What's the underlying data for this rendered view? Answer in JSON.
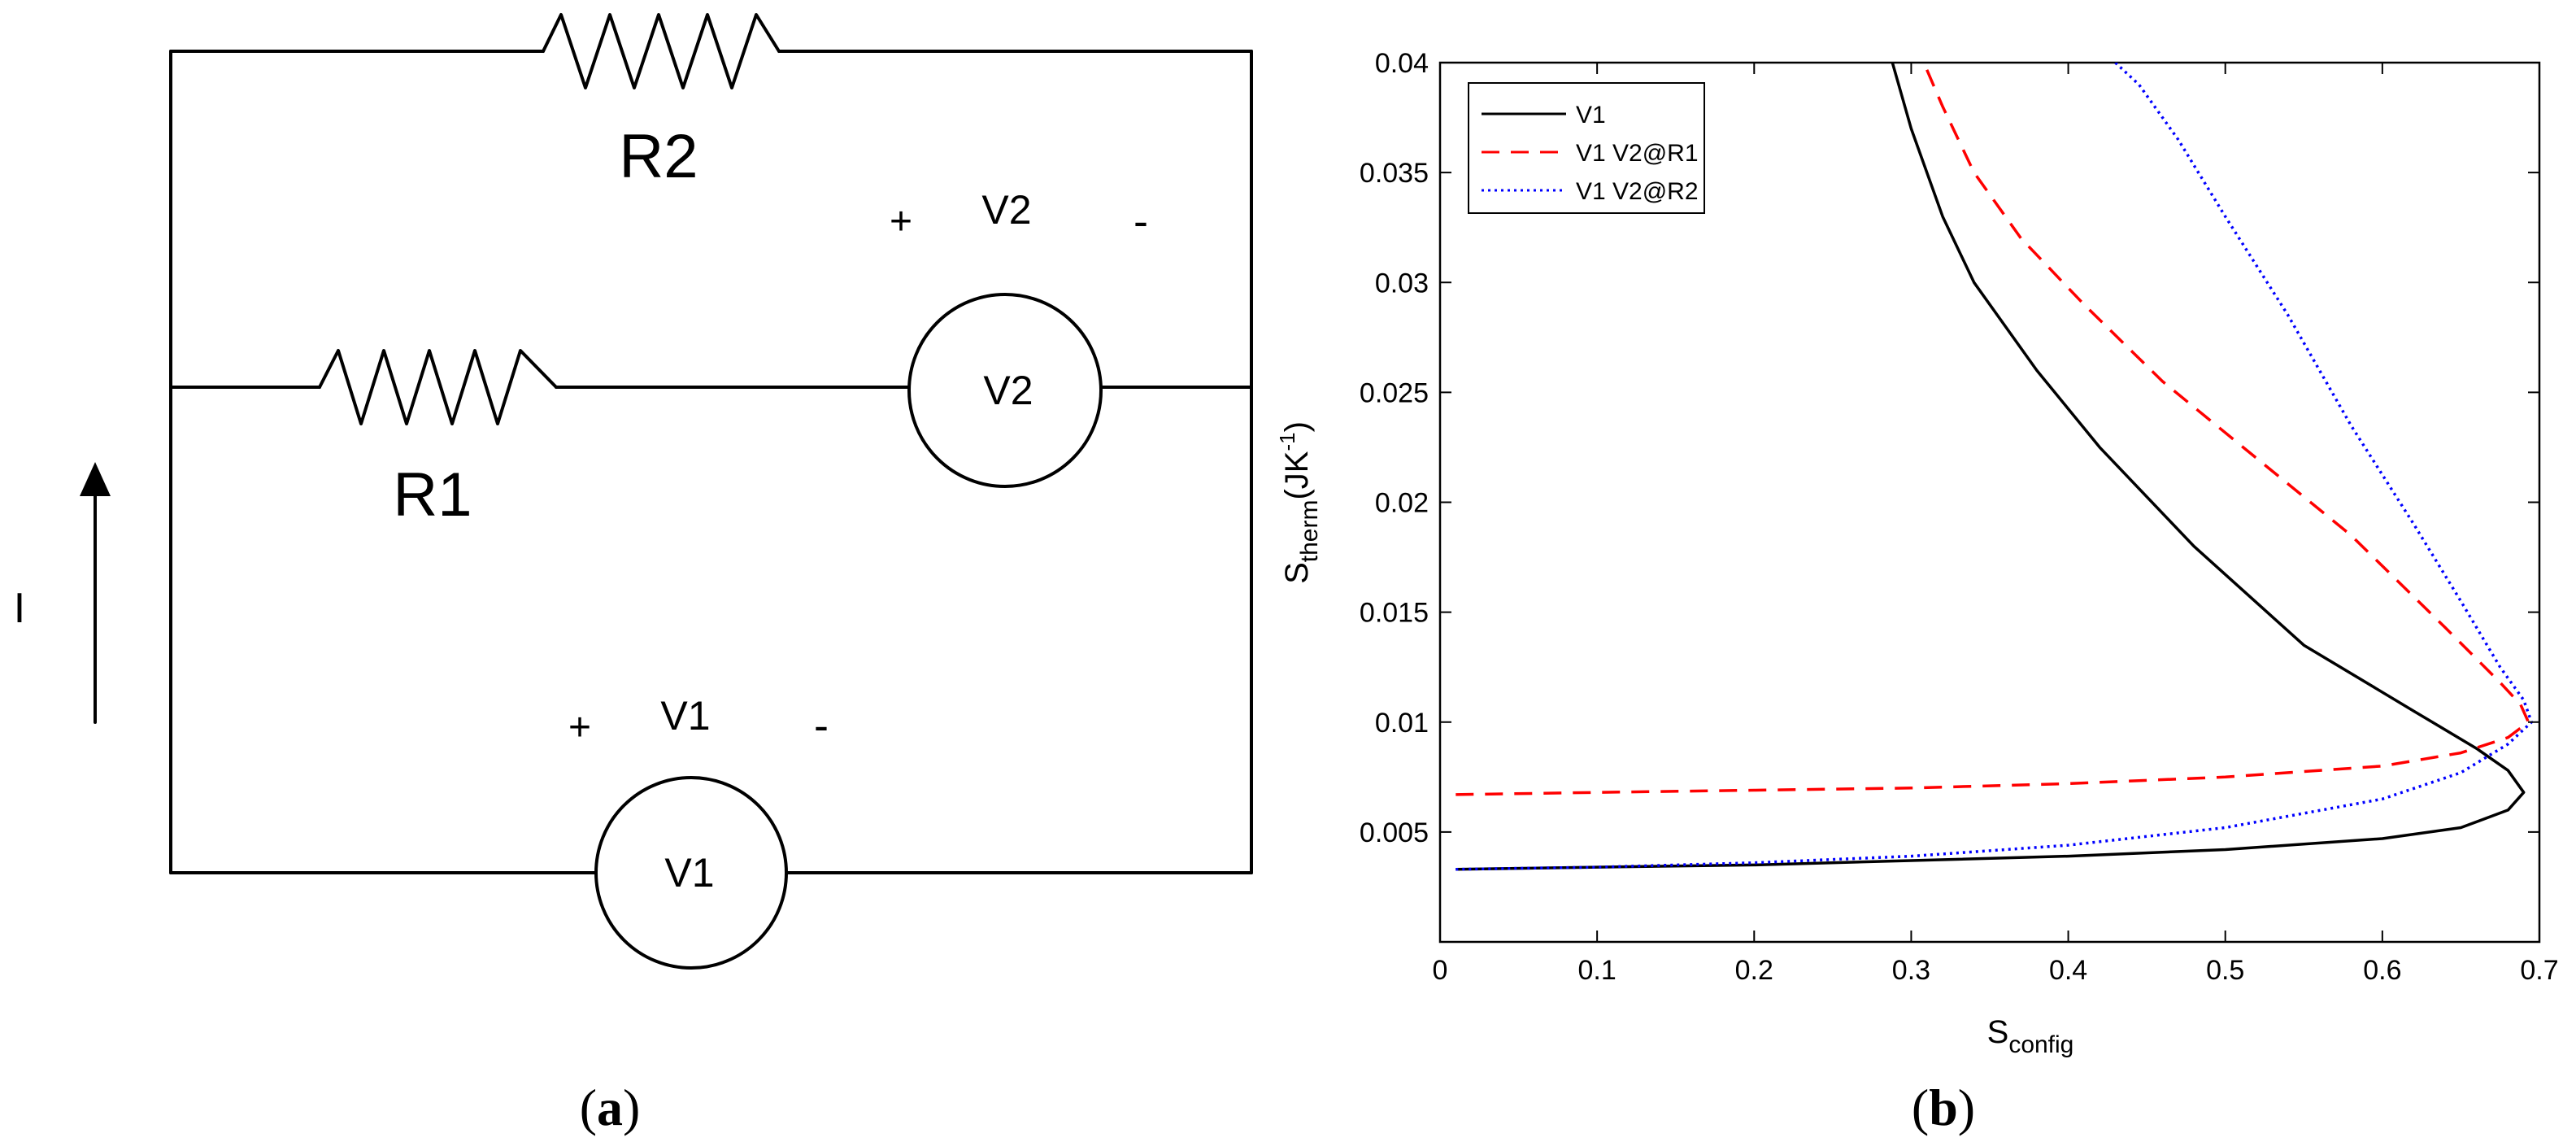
{
  "panel_a": {
    "label_letter": "a",
    "resistor_top_label": "R2",
    "resistor_mid_label": "R1",
    "current_label": "I",
    "meter_top": {
      "label": "V2",
      "header": "V2",
      "plus": "+",
      "minus": "-"
    },
    "meter_bottom": {
      "label": "V1",
      "header": "V1",
      "plus": "+",
      "minus": "-"
    }
  },
  "panel_b": {
    "label_letter": "b"
  },
  "colors": {
    "line": "#000000",
    "v1": "#000000",
    "v1_v2_r1": "#ff0000",
    "v1_v2_r2": "#0000ff"
  },
  "chart_data": {
    "type": "line",
    "title": "",
    "xlabel_main": "S",
    "xlabel_sub": "config",
    "ylabel_main": "S",
    "ylabel_sub": "therm",
    "ylabel_unit_pre": "(JK",
    "ylabel_unit_sup": "-1",
    "ylabel_unit_post": ")",
    "xlim": [
      0,
      0.7
    ],
    "ylim": [
      0,
      0.04
    ],
    "xticks": [
      0,
      0.1,
      0.2,
      0.3,
      0.4,
      0.5,
      0.6,
      0.7
    ],
    "yticks": [
      0.005,
      0.01,
      0.015,
      0.02,
      0.025,
      0.03,
      0.035,
      0.04
    ],
    "legend_position": "top-left",
    "series": [
      {
        "name": "V1",
        "style": "solid",
        "x": [
          0.01,
          0.1,
          0.2,
          0.3,
          0.4,
          0.5,
          0.6,
          0.65,
          0.68,
          0.69,
          0.68,
          0.66,
          0.62,
          0.55,
          0.48,
          0.42,
          0.38,
          0.34,
          0.32,
          0.3,
          0.288
        ],
        "y": [
          0.0033,
          0.0034,
          0.0035,
          0.0037,
          0.0039,
          0.0042,
          0.0047,
          0.0052,
          0.006,
          0.0068,
          0.0078,
          0.0088,
          0.0105,
          0.0135,
          0.018,
          0.0225,
          0.026,
          0.03,
          0.033,
          0.037,
          0.04
        ]
      },
      {
        "name": "V1 V2@R1",
        "style": "dashed",
        "x": [
          0.01,
          0.1,
          0.2,
          0.3,
          0.4,
          0.5,
          0.6,
          0.65,
          0.68,
          0.693,
          0.688,
          0.675,
          0.64,
          0.58,
          0.52,
          0.46,
          0.41,
          0.37,
          0.34,
          0.32,
          0.308
        ],
        "y": [
          0.0067,
          0.0068,
          0.0069,
          0.007,
          0.0072,
          0.0075,
          0.008,
          0.0086,
          0.0093,
          0.01,
          0.0108,
          0.0118,
          0.0143,
          0.0185,
          0.022,
          0.0255,
          0.029,
          0.032,
          0.035,
          0.038,
          0.04
        ]
      },
      {
        "name": "V1 V2@R2",
        "style": "dotted",
        "x": [
          0.01,
          0.1,
          0.2,
          0.3,
          0.4,
          0.5,
          0.6,
          0.65,
          0.68,
          0.695,
          0.69,
          0.675,
          0.65,
          0.62,
          0.58,
          0.54,
          0.5,
          0.47,
          0.445,
          0.43
        ],
        "y": [
          0.0033,
          0.0034,
          0.0036,
          0.0039,
          0.0044,
          0.0052,
          0.0065,
          0.0077,
          0.009,
          0.01,
          0.011,
          0.0125,
          0.0155,
          0.019,
          0.0235,
          0.0285,
          0.033,
          0.0365,
          0.039,
          0.04
        ]
      }
    ]
  }
}
